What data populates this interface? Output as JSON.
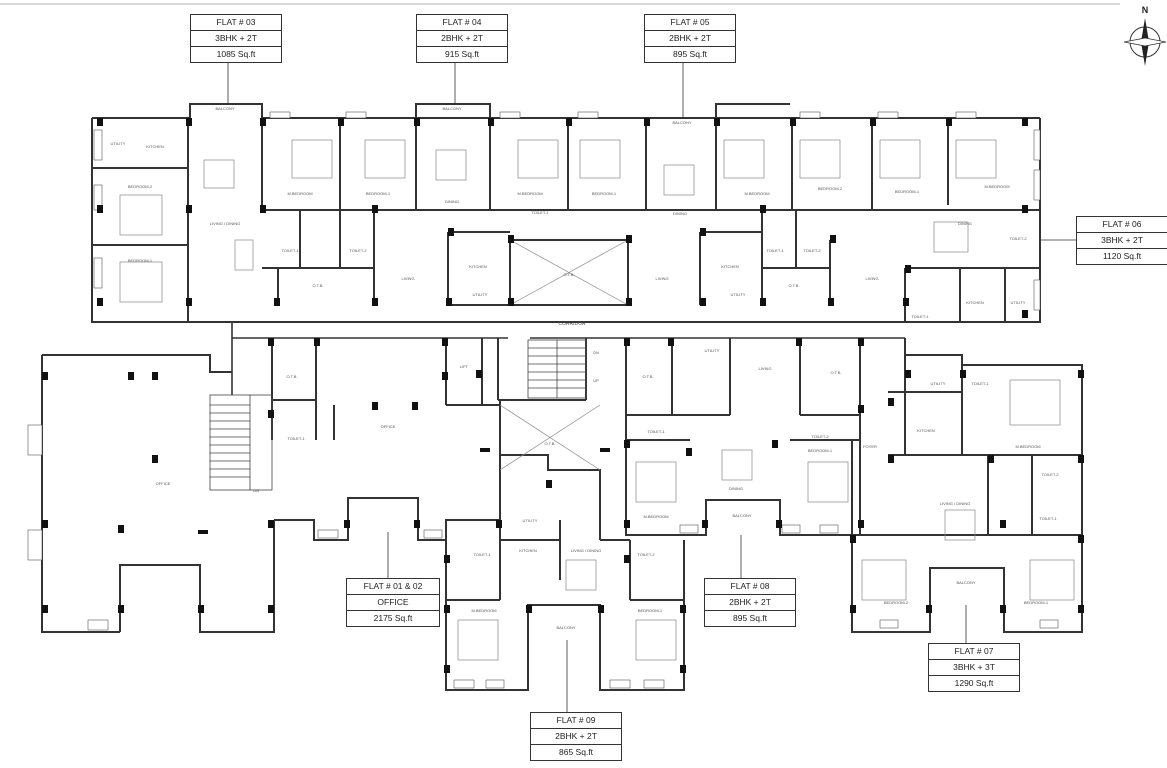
{
  "flats": {
    "f03": {
      "no": "FLAT # 03",
      "type": "3BHK + 2T",
      "area": "1085 Sq.ft"
    },
    "f04": {
      "no": "FLAT # 04",
      "type": "2BHK + 2T",
      "area": "915 Sq.ft"
    },
    "f05": {
      "no": "FLAT # 05",
      "type": "2BHK + 2T",
      "area": "895 Sq.ft"
    },
    "f06": {
      "no": "FLAT # 06",
      "type": "3BHK + 2T",
      "area": "1120 Sq.ft"
    },
    "f0102": {
      "no": "FLAT # 01 & 02",
      "type": "OFFICE",
      "area": "2175 Sq.ft"
    },
    "f08": {
      "no": "FLAT # 08",
      "type": "2BHK + 2T",
      "area": "895 Sq.ft"
    },
    "f07": {
      "no": "FLAT # 07",
      "type": "3BHK + 3T",
      "area": "1290 Sq.ft"
    },
    "f09": {
      "no": "FLAT # 09",
      "type": "2BHK + 2T",
      "area": "865 Sq.ft"
    }
  },
  "compass": {
    "north": "N"
  },
  "rooms": {
    "balcony": "BALCONY",
    "kitchen": "KITCHEN",
    "utility": "UTILITY",
    "bedroom2": "BEDROOM-2",
    "bedroom1": "BEDROOM-1",
    "mbedroom": "M.BEDROOM",
    "living_dining": "LIVING / DINING",
    "dining": "DINING",
    "living": "LIVING",
    "toilet1": "TOILET-1",
    "toilet2": "TOILET-2",
    "otb": "O.T.B.",
    "corridor": "CORRIDOR",
    "lift": "LIFT",
    "office": "OFFICE",
    "foyer": "FOYER",
    "up": "UP",
    "dn": "DN"
  }
}
